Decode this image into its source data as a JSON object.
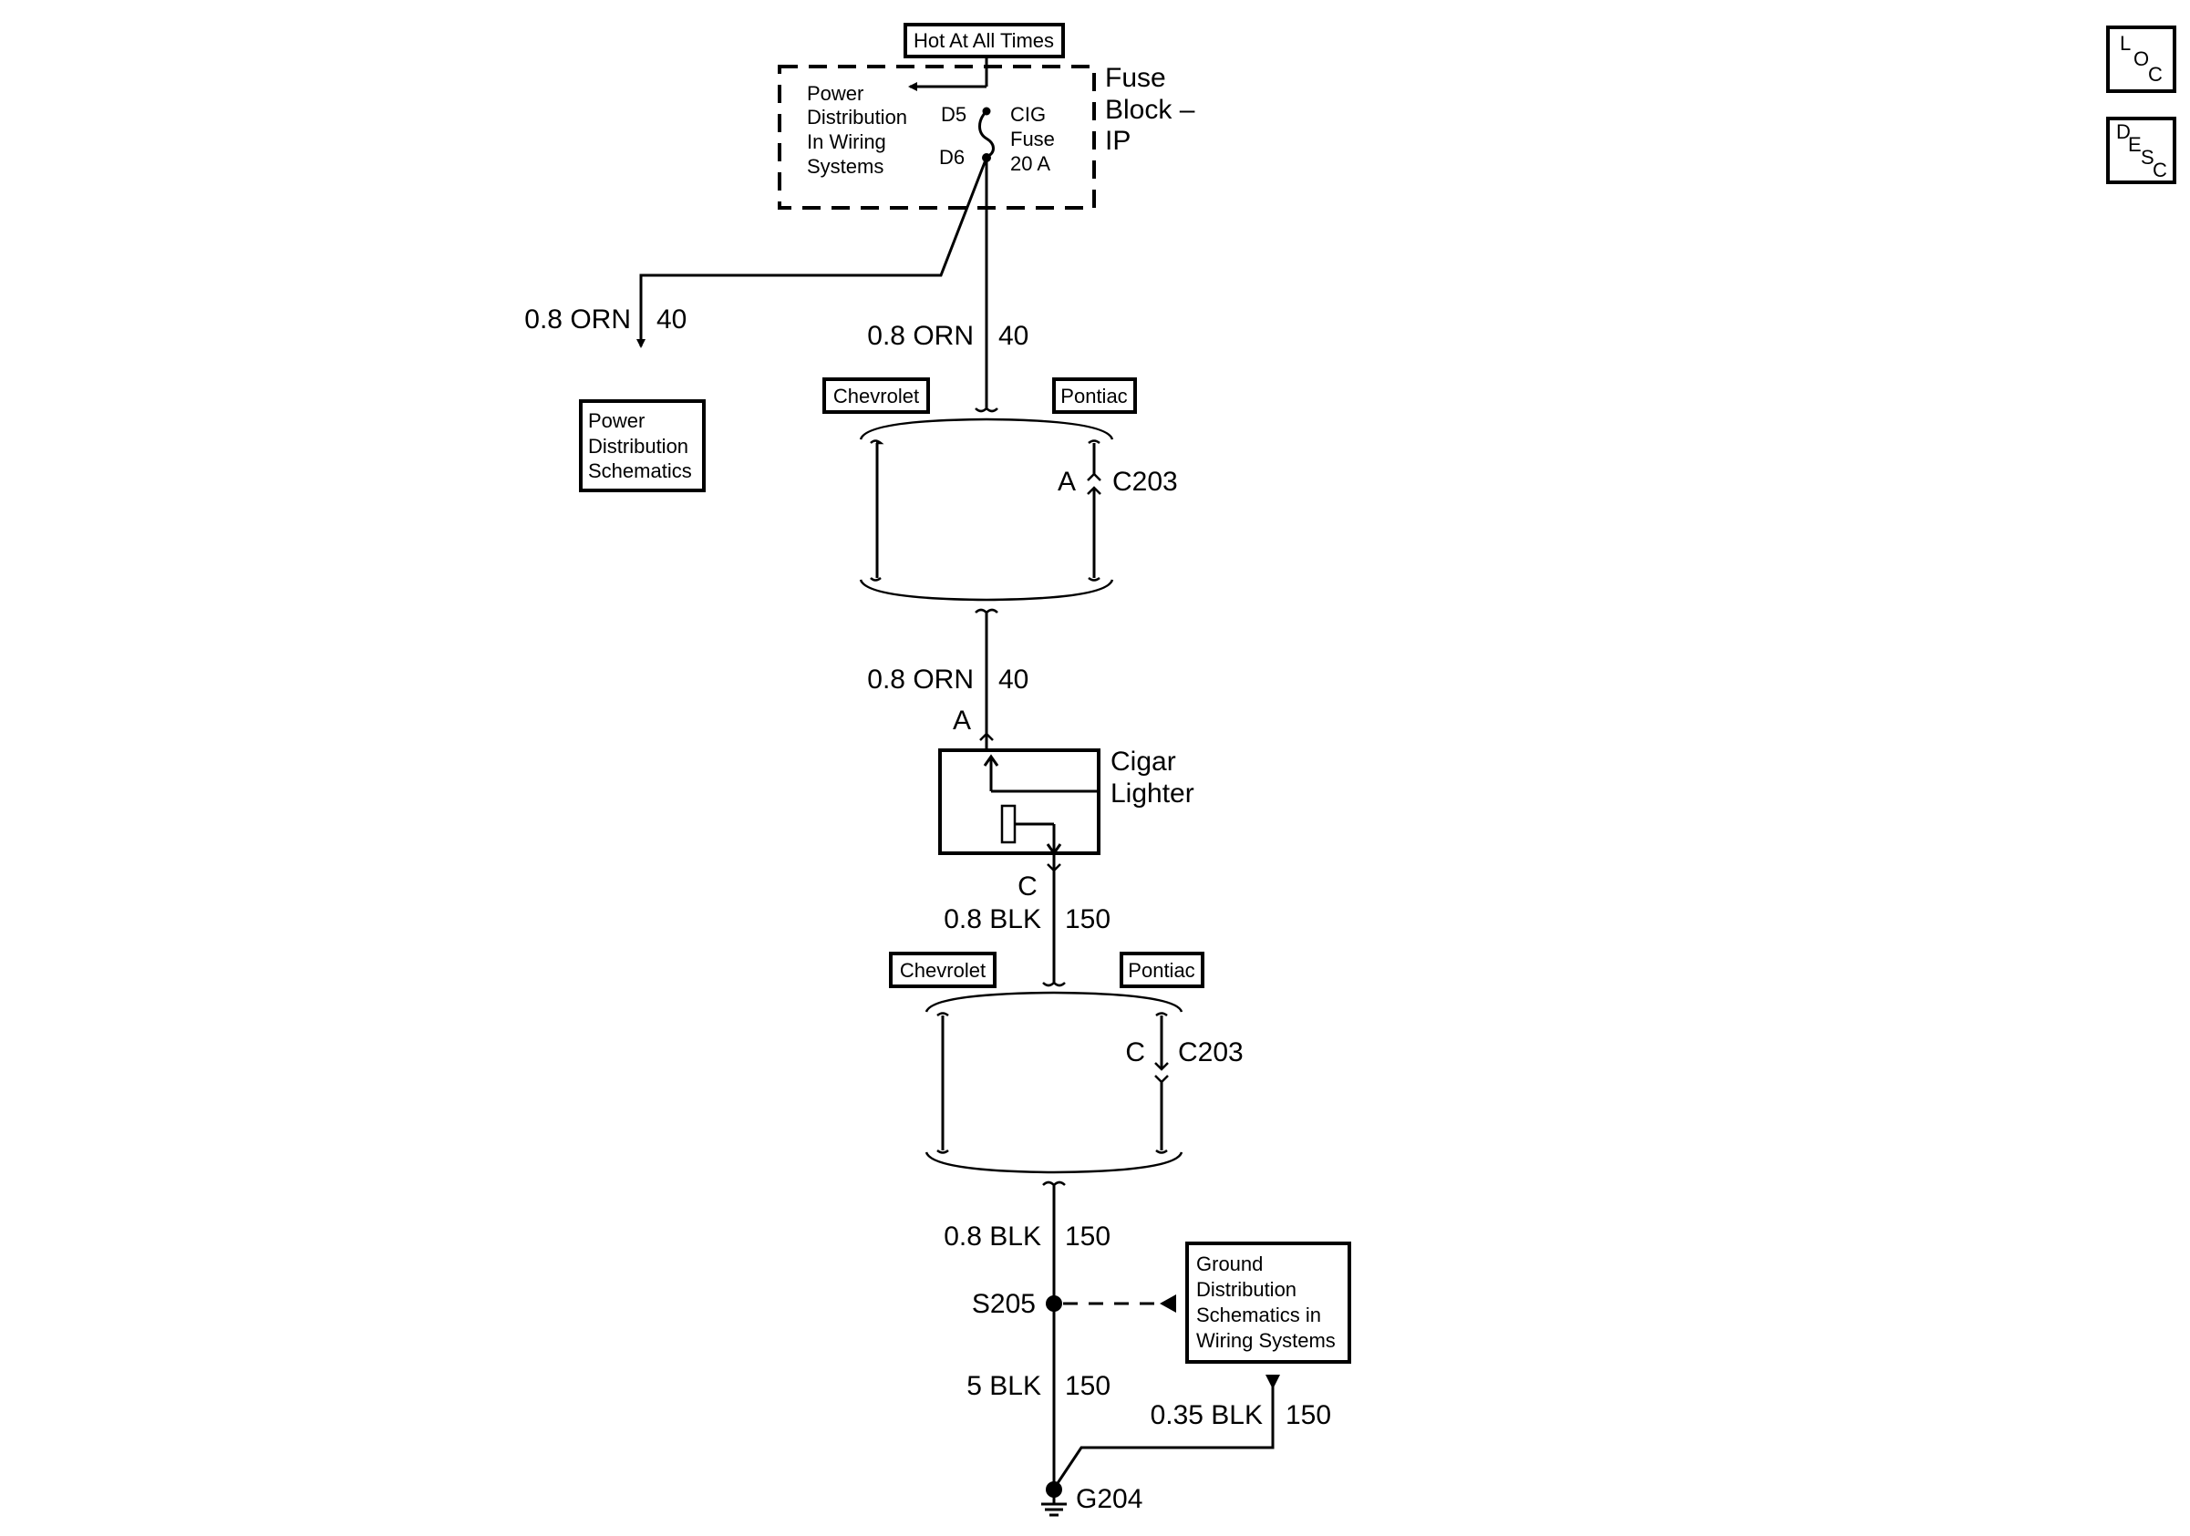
{
  "fuse_block": {
    "hot_label": "Hot At All Times",
    "title_lines": [
      "Fuse",
      "Block –",
      "IP"
    ],
    "power_dist_lines": [
      "Power",
      "Distribution",
      "In Wiring",
      "Systems"
    ],
    "pin_top": "D5",
    "pin_bottom": "D6",
    "fuse_lines": [
      "CIG",
      "Fuse",
      "20 A"
    ]
  },
  "branch_wire": {
    "gauge_color": "0.8 ORN",
    "circuit": "40"
  },
  "power_schematics_box": [
    "Power",
    "Distribution",
    "Schematics"
  ],
  "wire_fuse_to_c203": {
    "gauge_color": "0.8 ORN",
    "circuit": "40"
  },
  "upper_c203": {
    "left_option": "Chevrolet",
    "right_option": "Pontiac",
    "pin": "A",
    "name": "C203"
  },
  "wire_c203_to_lighter": {
    "gauge_color": "0.8 ORN",
    "circuit": "40"
  },
  "cigar_lighter": {
    "pin_in": "A",
    "pin_out": "C",
    "name_lines": [
      "Cigar",
      "Lighter"
    ]
  },
  "wire_lighter_to_c203": {
    "gauge_color": "0.8 BLK",
    "circuit": "150"
  },
  "lower_c203": {
    "left_option": "Chevrolet",
    "right_option": "Pontiac",
    "pin": "C",
    "name": "C203"
  },
  "wire_c203_to_splice": {
    "gauge_color": "0.8 BLK",
    "circuit": "150"
  },
  "splice": {
    "name": "S205"
  },
  "ground_schematics_box": [
    "Ground",
    "Distribution",
    "Schematics in",
    "Wiring Systems"
  ],
  "wire_splice_to_ground": {
    "gauge_color": "5 BLK",
    "circuit": "150"
  },
  "wire_ground_branch": {
    "gauge_color": "0.35 BLK",
    "circuit": "150"
  },
  "ground": {
    "name": "G204"
  },
  "corner_icons": {
    "loc": [
      "L",
      "O",
      "C"
    ],
    "desc": [
      "D",
      "E",
      "S",
      "C"
    ]
  }
}
